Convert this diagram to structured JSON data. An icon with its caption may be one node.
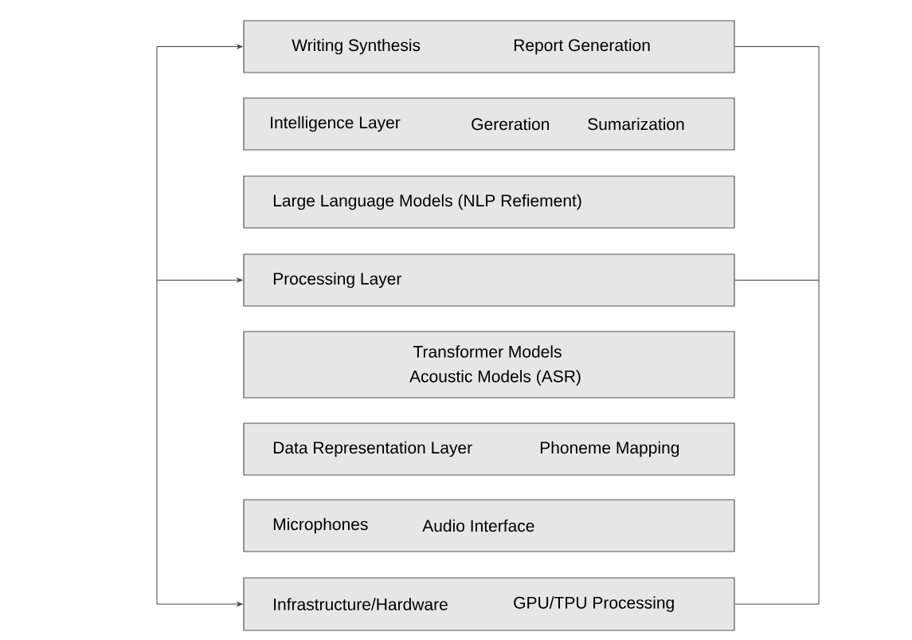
{
  "diagram": {
    "nodes": [
      {
        "text": [
          "Writing Synthesis",
          "Report Generation"
        ]
      },
      {
        "text": [
          "Intelligence Layer",
          "Gereration",
          "Sumarization"
        ]
      },
      {
        "text": [
          "Large Language Models (NLP Refiement)"
        ]
      },
      {
        "text": [
          "Processing Layer"
        ]
      },
      {
        "text": [
          "Transformer Models",
          "Acoustic Models (ASR)"
        ]
      },
      {
        "text": [
          "Data Representation Layer",
          "Phoneme Mapping"
        ]
      },
      {
        "text": [
          "Microphones",
          "Audio Interface"
        ]
      },
      {
        "text": [
          "Infrastructure/Hardware",
          "GPU/TPU Processing"
        ]
      }
    ],
    "edges": [
      {
        "from": null,
        "to": 0,
        "arrow": "to"
      },
      {
        "from": null,
        "to": 3,
        "arrow": "to"
      },
      {
        "from": null,
        "to": 7,
        "arrow": "to"
      },
      {
        "from": 0,
        "to": 3,
        "arrow": "none"
      },
      {
        "from": 3,
        "to": 7,
        "arrow": "none"
      }
    ]
  }
}
